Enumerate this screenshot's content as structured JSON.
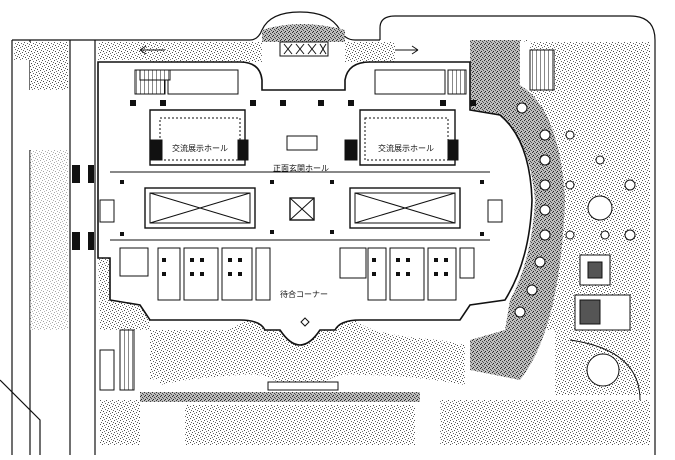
{
  "labels": {
    "west_hall": "交流展示ホール",
    "east_hall": "交流展示ホール",
    "main_entrance_hall": "正面玄関ホール",
    "waiting_corner": "待合コーナー"
  },
  "colors": {
    "ink": "#111111",
    "paper": "#ffffff",
    "stipple": "#7a7a7a"
  }
}
